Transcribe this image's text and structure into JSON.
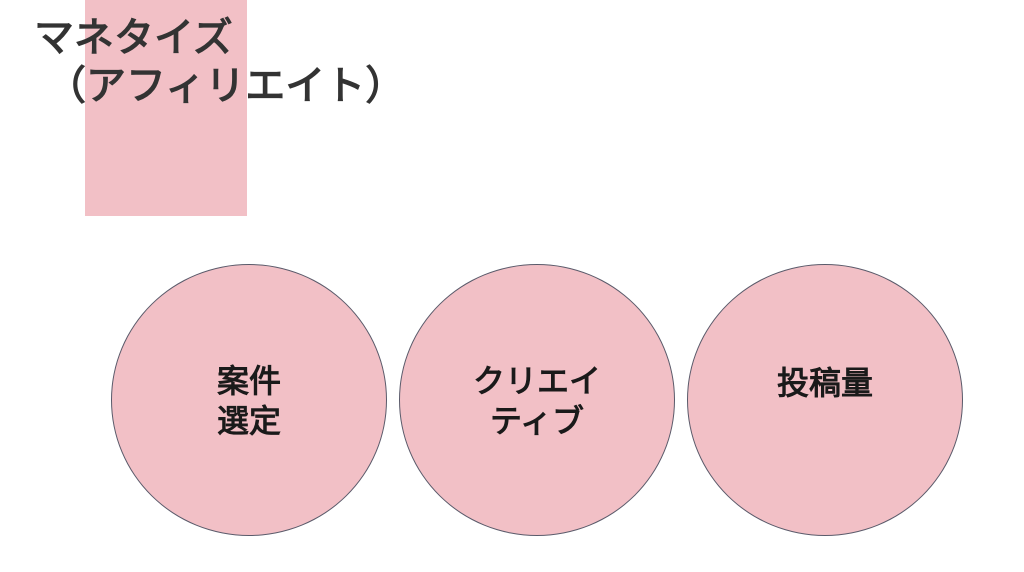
{
  "slide": {
    "title_line1": "マネタイズ",
    "title_line2": "（アフィリエイト）",
    "circles": [
      {
        "line1": "案件",
        "line2": "選定"
      },
      {
        "line1": "クリエイ",
        "line2": "ティブ"
      },
      {
        "line1": "投稿量",
        "line2": ""
      }
    ]
  },
  "colors": {
    "accent": "#f2c0c6",
    "circle_border": "#5a5a6a",
    "title_text": "#333333",
    "label_text": "#1a1a1a"
  }
}
